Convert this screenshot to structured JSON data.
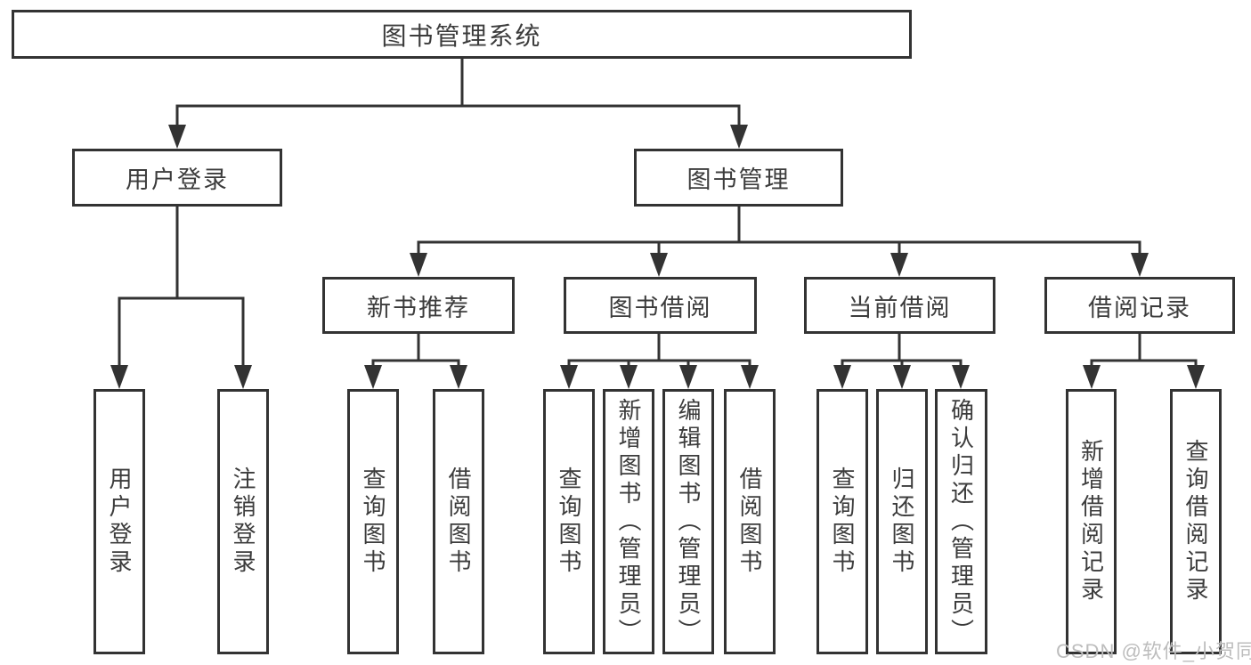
{
  "diagram_title": "图书管理系统",
  "tree": {
    "label": "图书管理系统",
    "children": [
      {
        "label": "用户登录",
        "children": [
          {
            "label": "用户登录"
          },
          {
            "label": "注销登录"
          }
        ]
      },
      {
        "label": "图书管理",
        "children": [
          {
            "label": "新书推荐",
            "children": [
              {
                "label": "查询图书"
              },
              {
                "label": "借阅图书"
              }
            ]
          },
          {
            "label": "图书借阅",
            "children": [
              {
                "label": "查询图书"
              },
              {
                "label": "新增图书（管理员）"
              },
              {
                "label": "编辑图书（管理员）"
              },
              {
                "label": "借阅图书"
              }
            ]
          },
          {
            "label": "当前借阅",
            "children": [
              {
                "label": "查询图书"
              },
              {
                "label": "归还图书"
              },
              {
                "label": "确认归还（管理员）"
              }
            ]
          },
          {
            "label": "借阅记录",
            "children": [
              {
                "label": "新增借阅记录"
              },
              {
                "label": "查询借阅记录"
              }
            ]
          }
        ]
      }
    ]
  },
  "watermark": {
    "text": "CSDN @软件_小贺同学"
  },
  "colors": {
    "line": "#333333",
    "box_border": "#333333",
    "text": "#3c3c3c",
    "watermark": "#bdbdbd",
    "background": "#ffffff"
  }
}
